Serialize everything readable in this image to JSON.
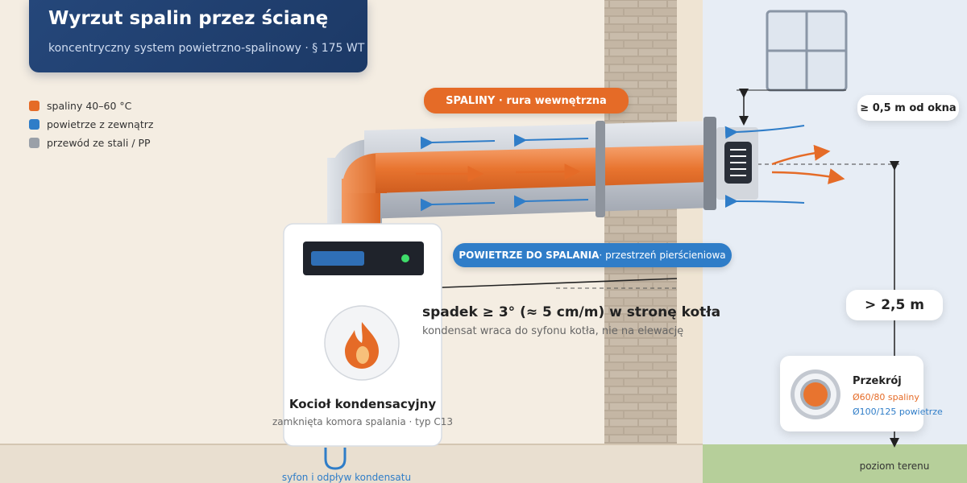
{
  "title": "Wyrzut spalin przez ścianę",
  "subtitle": "koncentryczny system powietrzno-spalinowy · § 175 WT",
  "legend": [
    {
      "label": "spaliny 40–60 °C",
      "color": "#e56b27"
    },
    {
      "label": "powietrze z zewnątrz",
      "color": "#2f7dc8"
    },
    {
      "label": "przewód ze stali / PP",
      "color": "#9aa0a8"
    }
  ],
  "labels": {
    "flue_pill": "SPALINY · rura wewnętrzna",
    "air_pill_strong": "POWIETRZE DO SPALANIA",
    "air_pill_rest": " · przestrzeń pierścieniowa",
    "slope_title": "spadek ≥ 3° (≈ 5 cm/m) w stronę kotła",
    "slope_note": "kondensat wraca do syfonu kotła, nie na elewację",
    "window_distance": "≥ 0,5 m od okna",
    "height_above_ground": "> 2,5 m",
    "ground_level": "poziom terenu"
  },
  "boiler": {
    "name": "Kocioł kondensacyjny",
    "subtitle": "zamknięta komora spalania · typ C13",
    "syphon": "syfon i odpływ kondensatu"
  },
  "cross_section": {
    "title": "Przekrój",
    "inner": "Ø60/80 spaliny",
    "outer": "Ø100/125 powietrze"
  },
  "colors": {
    "flue": "#e56b27",
    "air": "#2f7dc8",
    "steel": "#9aa0a8",
    "title_bg": "#1f3e6e",
    "ground": "#b6cf9a"
  },
  "icons": [
    "flame-icon",
    "window-icon",
    "terminal-grille-icon",
    "cross-section-icon",
    "syphon-icon"
  ]
}
